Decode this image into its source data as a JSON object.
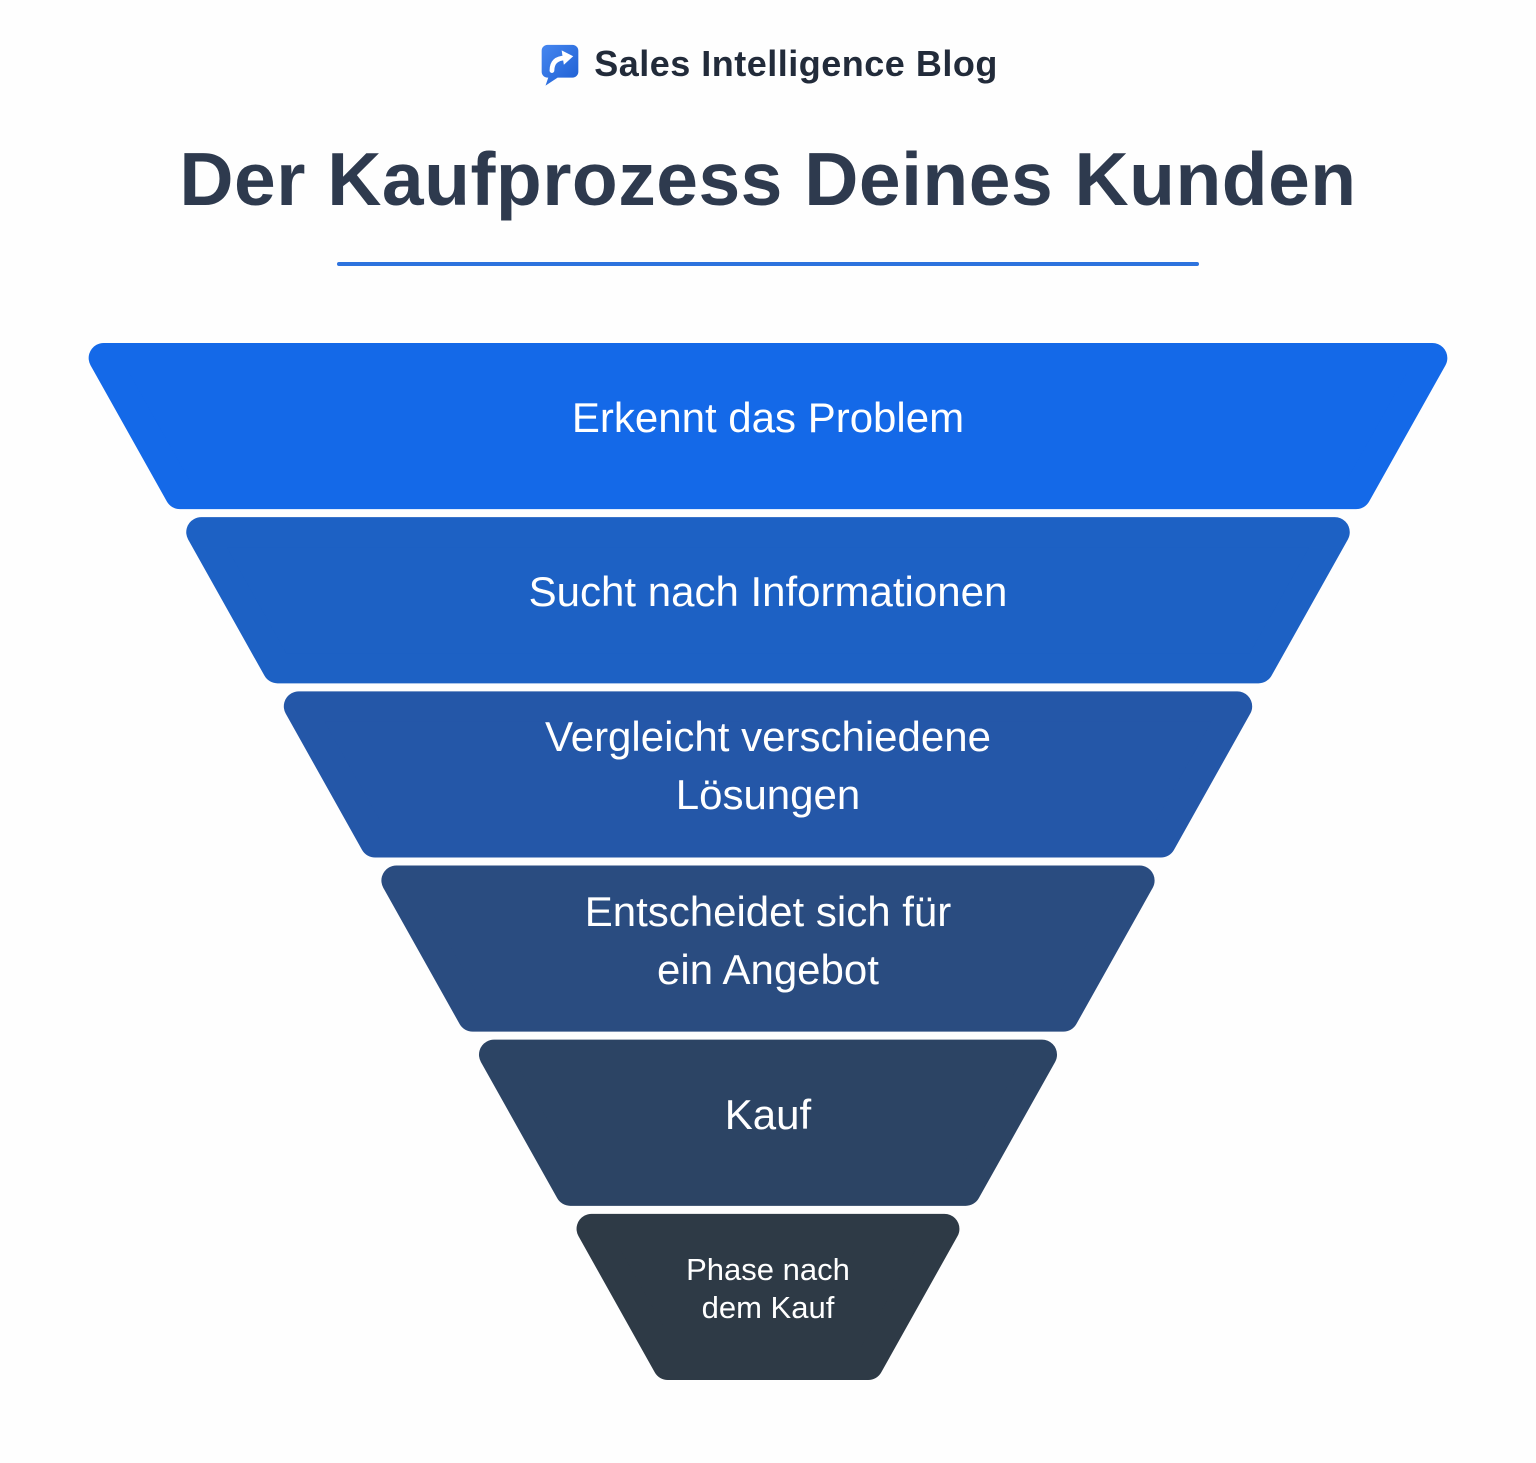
{
  "header": {
    "logo": {
      "text": "Sales Intelligence Blog",
      "icon": "speech-bubble-reply-arrow",
      "icon_color": "#2f6fe0",
      "text_color": "#222b3a"
    },
    "title": "Der Kaufprozess Deines Kunden",
    "title_color": "#2e3a4e",
    "underline_color": "#2d73de"
  },
  "funnel": {
    "type": "funnel",
    "direction": "top-wide-bottom-narrow",
    "label_color": "#ffffff",
    "stages": [
      {
        "label": "Erkennt das Problem",
        "lines": [
          "Erkennt das Problem"
        ],
        "color": "#1469e8"
      },
      {
        "label": "Sucht nach Informationen",
        "lines": [
          "Sucht nach Informationen"
        ],
        "color": "#1d61c4"
      },
      {
        "label": "Vergleicht verschiedene Lösungen",
        "lines": [
          "Vergleicht verschiedene",
          "Lösungen"
        ],
        "color": "#2457a8"
      },
      {
        "label": "Entscheidet sich für ein Angebot",
        "lines": [
          "Entscheidet sich für",
          "ein Angebot"
        ],
        "color": "#2a4c80"
      },
      {
        "label": "Kauf",
        "lines": [
          "Kauf"
        ],
        "color": "#2c4464"
      },
      {
        "label": "Phase nach dem Kauf",
        "lines": [
          "Phase nach",
          "dem Kauf"
        ],
        "color": "#2e3a46"
      }
    ]
  }
}
